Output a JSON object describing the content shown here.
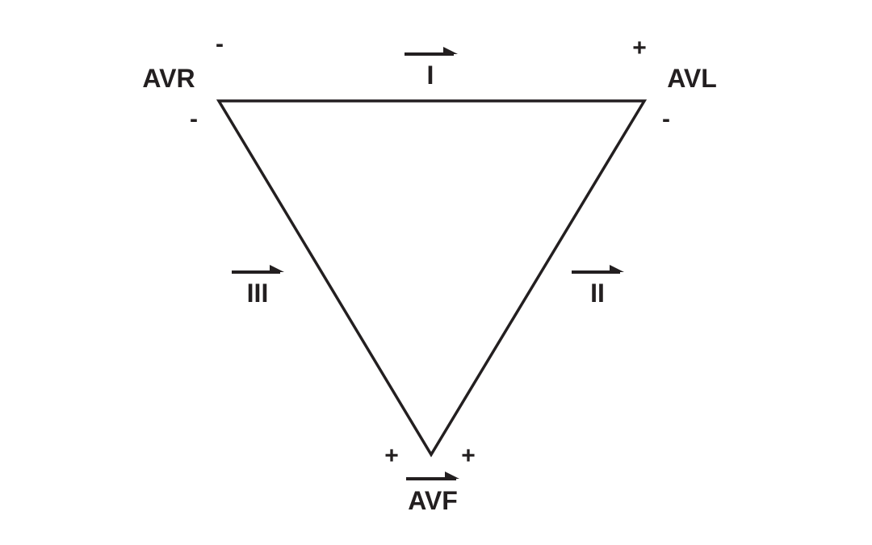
{
  "colors": {
    "background": "#ffffff",
    "ink": "#231f20"
  },
  "leads": {
    "lead_i": "I",
    "lead_ii": "II",
    "lead_iii": "III",
    "avr": "AVR",
    "avl": "AVL",
    "avf": "AVF"
  },
  "signs": {
    "avr_top": "-",
    "avr_left": "-",
    "avl_top": "+",
    "avl_right": "-",
    "avf_left": "+",
    "avf_right": "+"
  }
}
